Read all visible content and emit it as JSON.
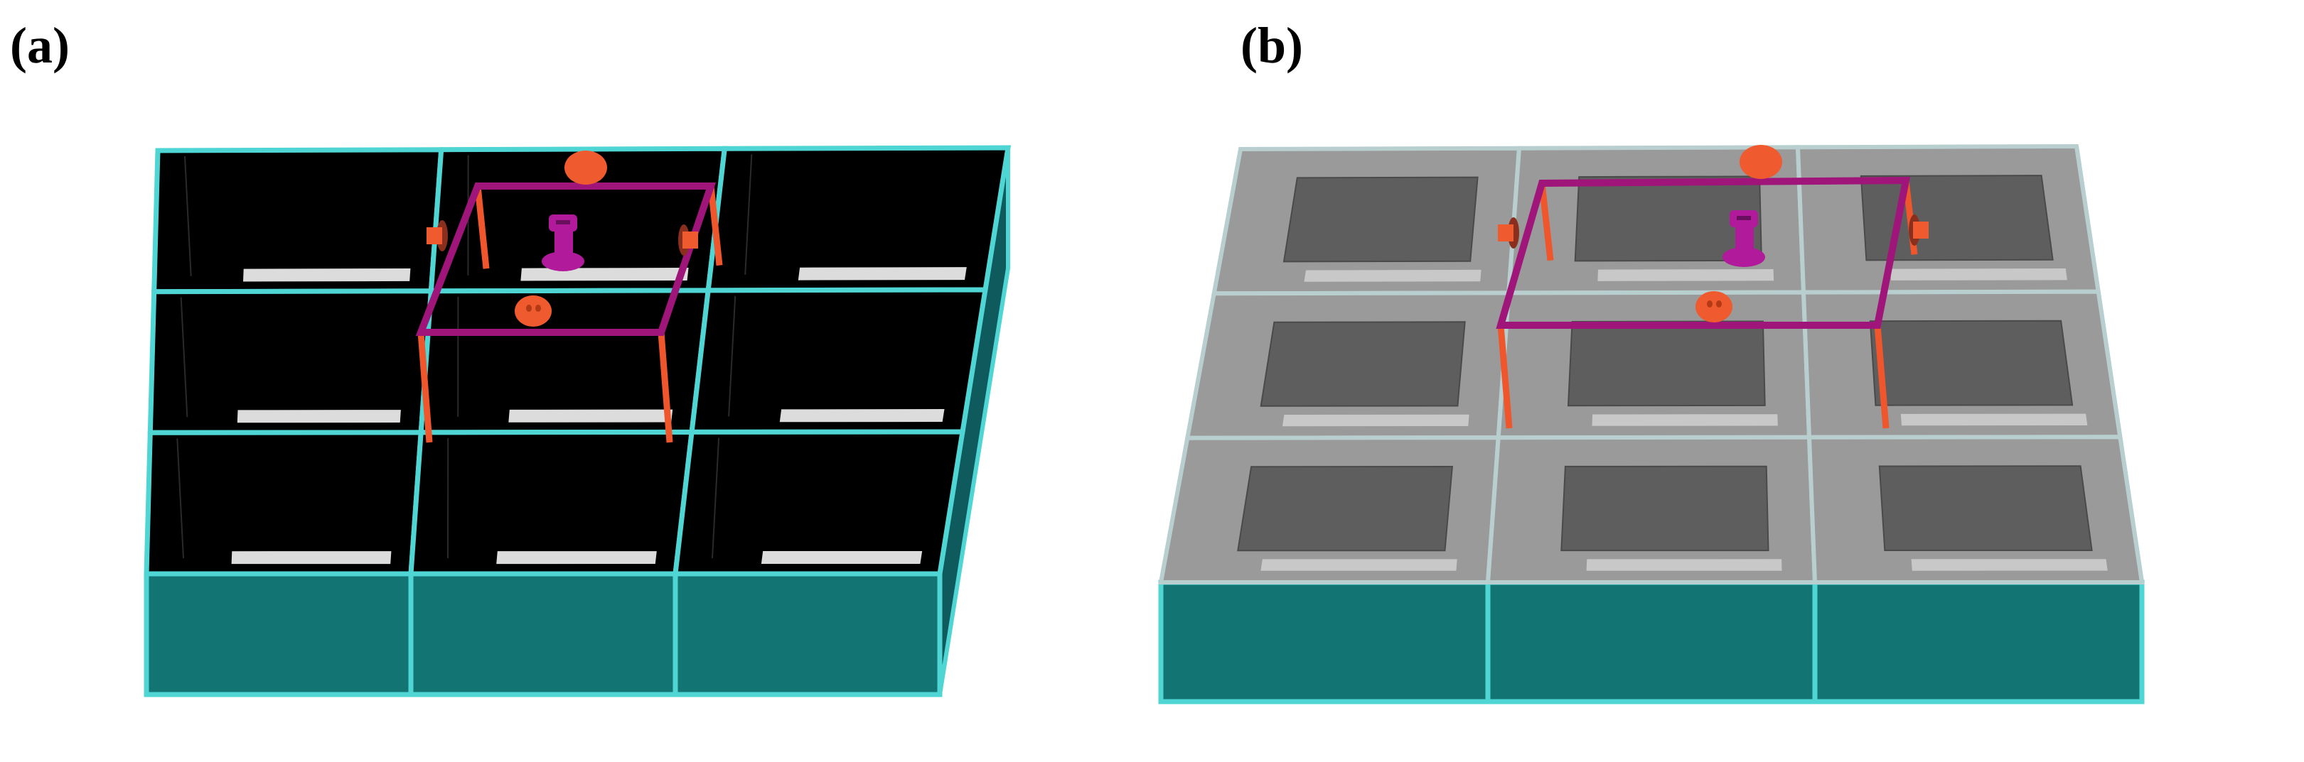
{
  "panels": [
    {
      "label": "(a)",
      "variant": "open"
    },
    {
      "label": "(b)",
      "variant": "covered"
    }
  ],
  "colors": {
    "background": "#ffffff",
    "cell_rim": "#4fd6d4",
    "cell_front": "#137474",
    "cell_side": "#0f5a5c",
    "cell_interior": "#000000",
    "interior_sill": "#dcdcdc",
    "cover_top": "#9a9a9a",
    "cover_inner": "#5e5e5e",
    "frame": "#a0157a",
    "legs": "#f0562b",
    "marker": "#ef5a2f",
    "figure": "#b01a9b"
  },
  "icons": [
    "frame",
    "disc-marker",
    "side-clamp",
    "central-figure"
  ]
}
